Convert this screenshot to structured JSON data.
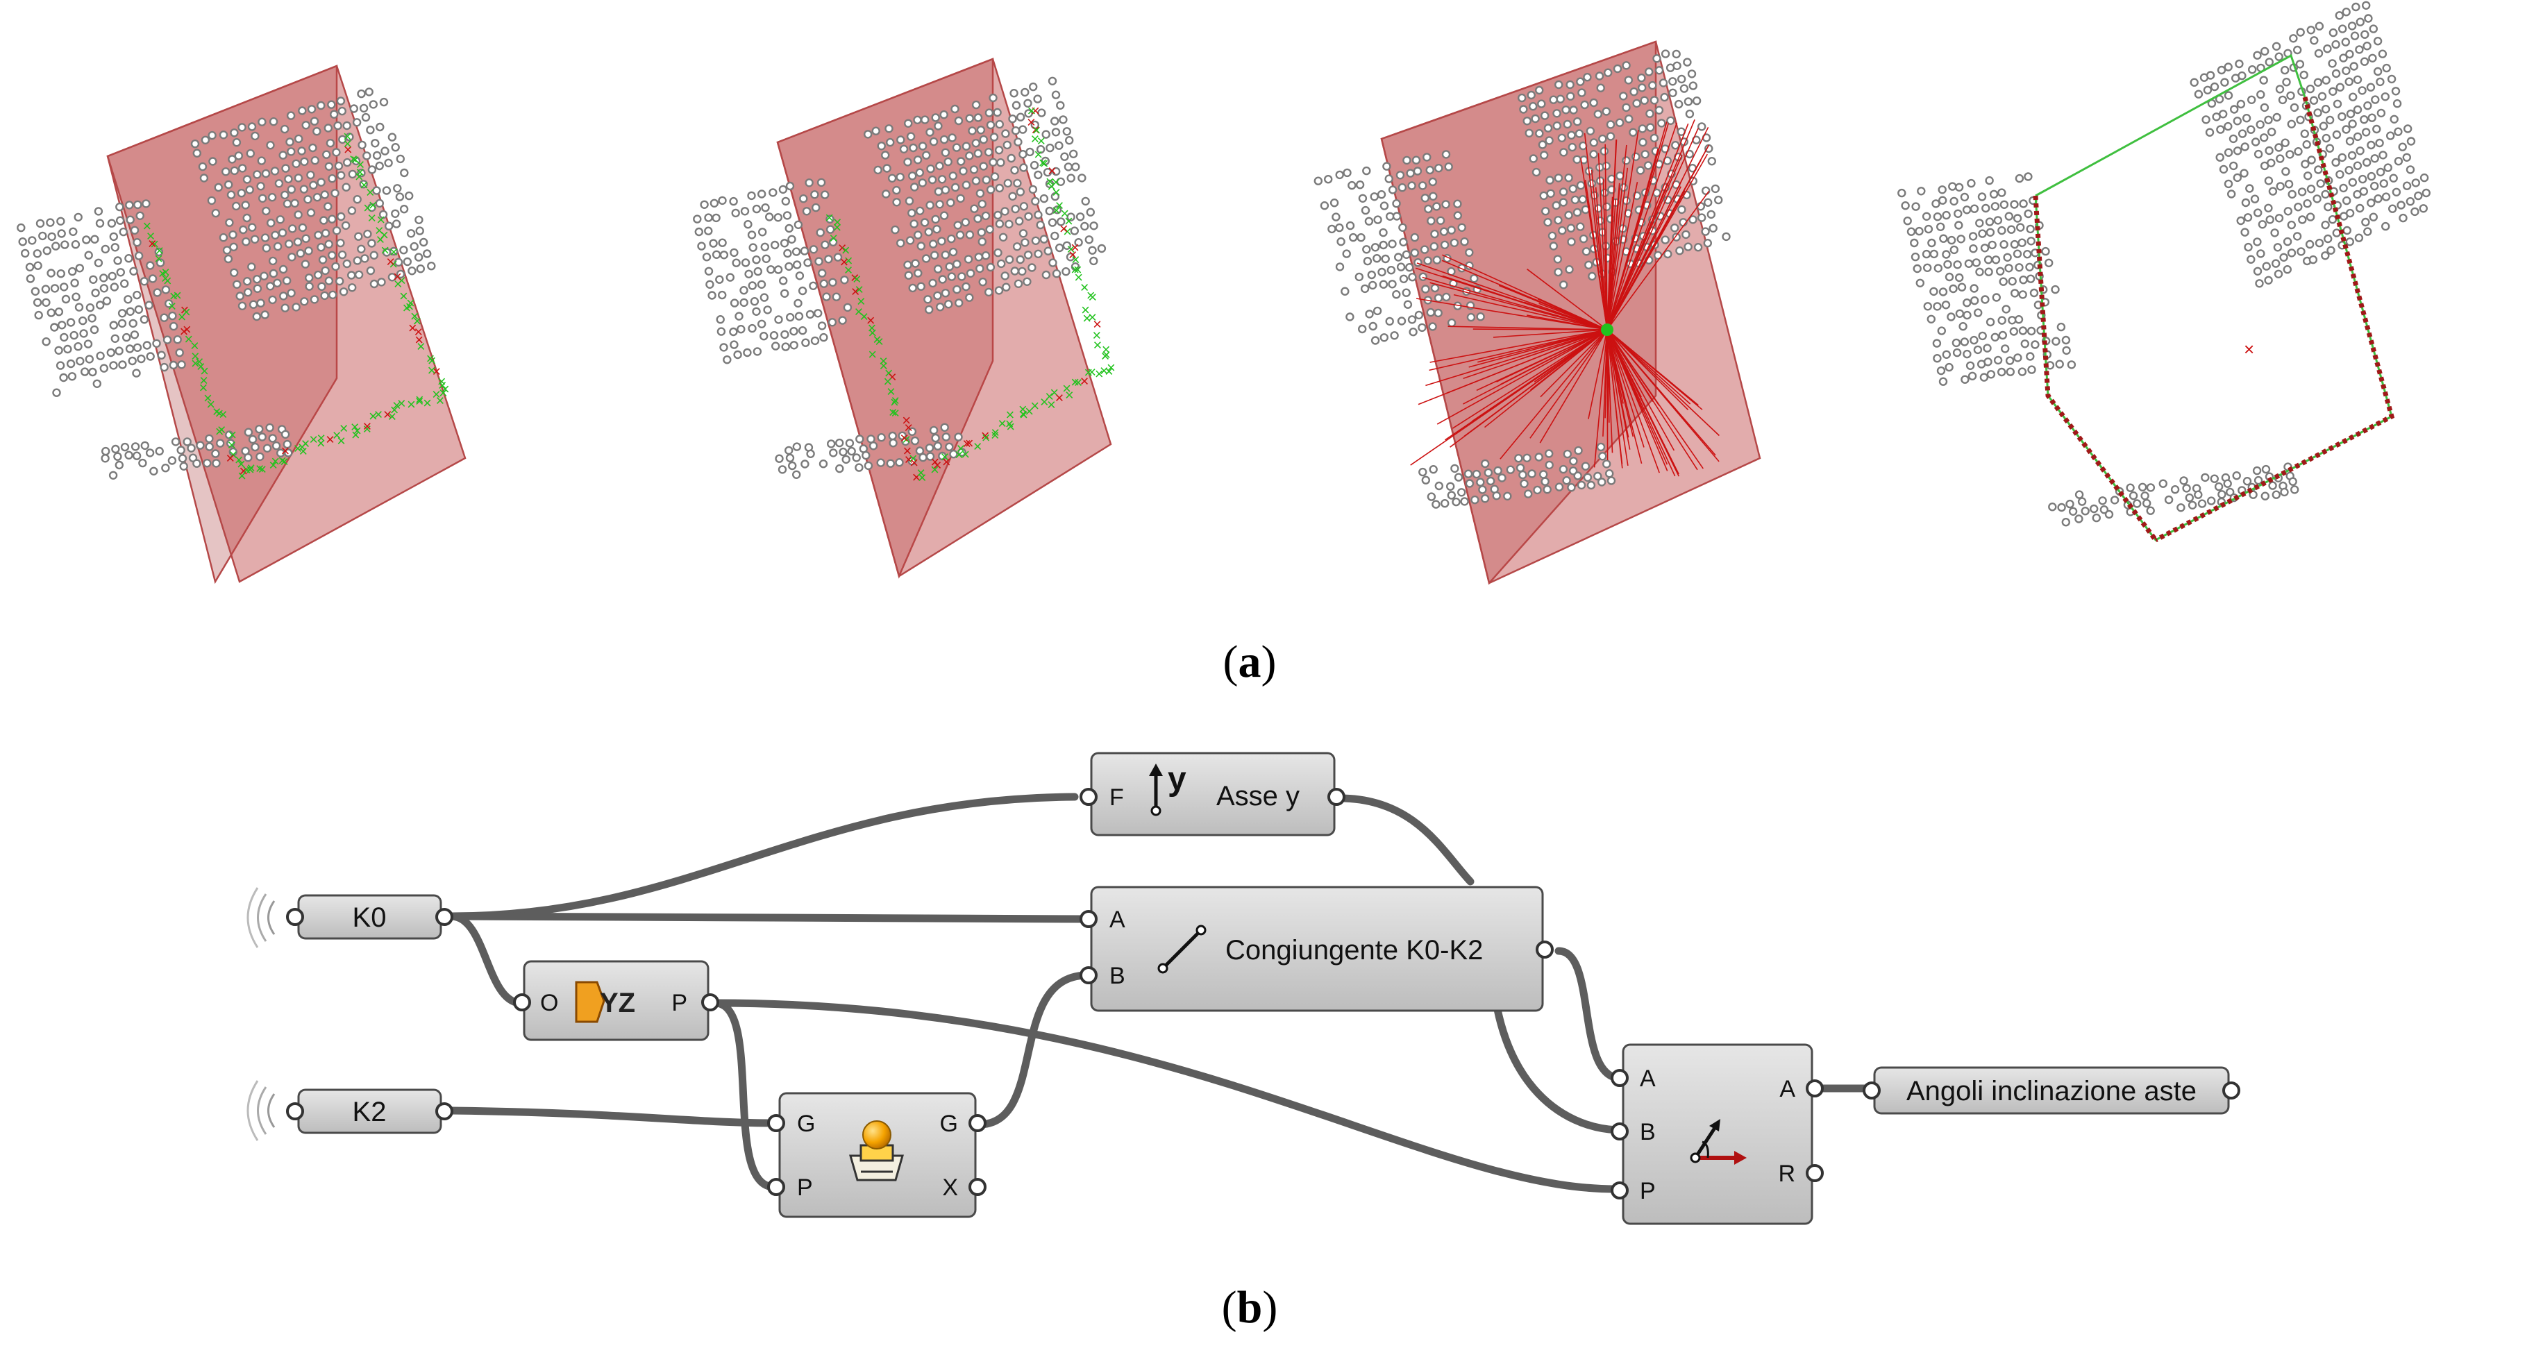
{
  "figure": {
    "panel_a_label": "(a)",
    "panel_b_label": "(b)"
  },
  "nodes": {
    "k0": {
      "label": "K0"
    },
    "k2": {
      "label": "K2"
    },
    "asse_y": {
      "input": "F",
      "glyph": "y",
      "label": "Asse y"
    },
    "yz_plane": {
      "input": "O",
      "glyph": "YZ",
      "output": "P"
    },
    "line": {
      "input_a": "A",
      "input_b": "B",
      "label": "Congiungente K0-K2"
    },
    "closest_point": {
      "input_g": "G",
      "input_p": "P",
      "output_g": "G",
      "output_x": "X"
    },
    "angle": {
      "input_a": "A",
      "input_b": "B",
      "input_p": "P",
      "output_a": "A",
      "output_r": "R"
    },
    "result": {
      "label": "Angoli inclinazione aste"
    }
  },
  "colors": {
    "highlight_green": "#22c21e",
    "highlight_red": "#cc1111",
    "box_fill": "#c04848",
    "wire": "#5d5d5d"
  }
}
